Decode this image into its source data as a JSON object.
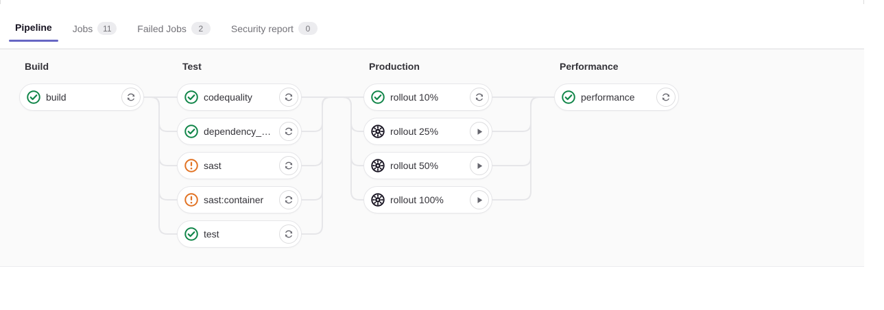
{
  "tabs": [
    {
      "label": "Pipeline",
      "badge": null,
      "active": true,
      "name": "tab-pipeline"
    },
    {
      "label": "Jobs",
      "badge": "11",
      "active": false,
      "name": "tab-jobs"
    },
    {
      "label": "Failed Jobs",
      "badge": "2",
      "active": false,
      "name": "tab-failed-jobs"
    },
    {
      "label": "Security report",
      "badge": "0",
      "active": false,
      "name": "tab-security-report"
    }
  ],
  "colors": {
    "accent": "#6666c4",
    "success": "#108548",
    "warning": "#e17223",
    "manual": "#171321",
    "panel_bg": "#fafafa",
    "link": "#e6e6e9"
  },
  "pipeline": {
    "stages": [
      {
        "name": "Build",
        "jobs": [
          {
            "name": "build",
            "status": "success",
            "status_icon": "status-success-icon",
            "action": "retry",
            "action_icon": "retry-icon"
          }
        ]
      },
      {
        "name": "Test",
        "jobs": [
          {
            "name": "codequality",
            "status": "success",
            "status_icon": "status-success-icon",
            "action": "retry",
            "action_icon": "retry-icon"
          },
          {
            "name": "dependency_s…",
            "status": "success",
            "status_icon": "status-success-icon",
            "action": "retry",
            "action_icon": "retry-icon"
          },
          {
            "name": "sast",
            "status": "warning",
            "status_icon": "status-warning-icon",
            "action": "retry",
            "action_icon": "retry-icon"
          },
          {
            "name": "sast:container",
            "status": "warning",
            "status_icon": "status-warning-icon",
            "action": "retry",
            "action_icon": "retry-icon"
          },
          {
            "name": "test",
            "status": "success",
            "status_icon": "status-success-icon",
            "action": "retry",
            "action_icon": "retry-icon"
          }
        ]
      },
      {
        "name": "Production",
        "jobs": [
          {
            "name": "rollout 10%",
            "status": "success",
            "status_icon": "status-success-icon",
            "action": "retry",
            "action_icon": "retry-icon"
          },
          {
            "name": "rollout 25%",
            "status": "manual",
            "status_icon": "status-manual-icon",
            "action": "play",
            "action_icon": "play-icon"
          },
          {
            "name": "rollout 50%",
            "status": "manual",
            "status_icon": "status-manual-icon",
            "action": "play",
            "action_icon": "play-icon"
          },
          {
            "name": "rollout 100%",
            "status": "manual",
            "status_icon": "status-manual-icon",
            "action": "play",
            "action_icon": "play-icon"
          }
        ]
      },
      {
        "name": "Performance",
        "jobs": [
          {
            "name": "performance",
            "status": "success",
            "status_icon": "status-success-icon",
            "action": "retry",
            "action_icon": "retry-icon"
          }
        ]
      }
    ]
  }
}
